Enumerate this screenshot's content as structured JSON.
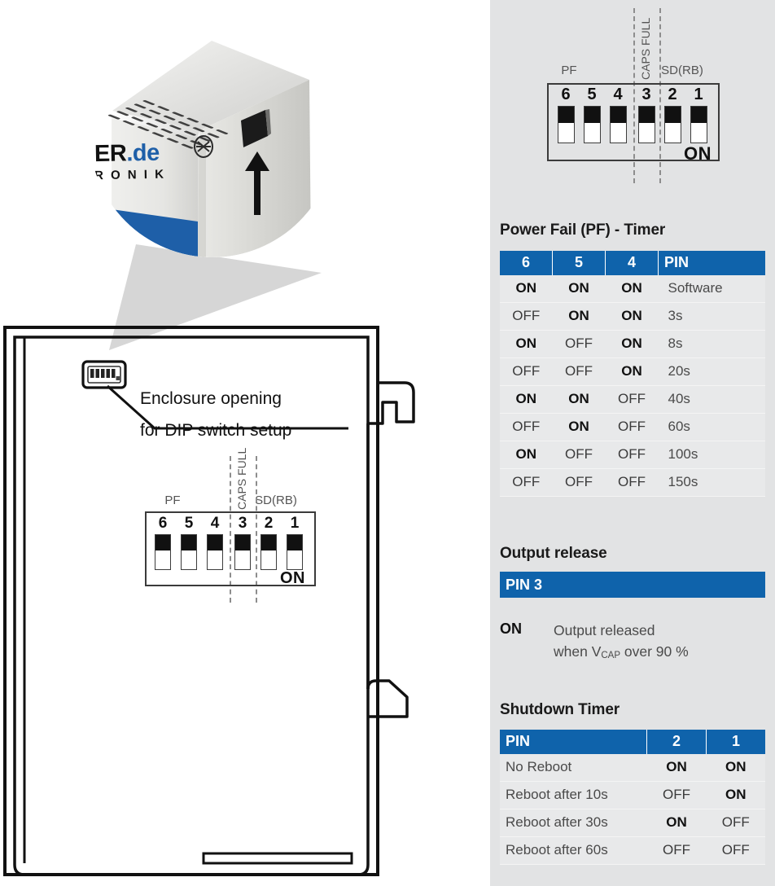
{
  "dip_diagram": {
    "switch_numbers": [
      "6",
      "5",
      "4",
      "3",
      "2",
      "1"
    ],
    "on_label": "ON",
    "group_labels": {
      "pf": "PF",
      "caps_full": "CAPS FULL",
      "sd_rb": "SD(RB)"
    }
  },
  "enclosure": {
    "label_line1": "Enclosure opening",
    "label_line2": "for DIP switch setup"
  },
  "photo": {
    "brand_main": "ER",
    "brand_tld": ".de",
    "brand_sub": "R O N I K"
  },
  "power_fail": {
    "title": "Power Fail (PF) - Timer",
    "headers": [
      "6",
      "5",
      "4",
      "PIN"
    ],
    "rows": [
      [
        "ON",
        "ON",
        "ON",
        "Software"
      ],
      [
        "OFF",
        "ON",
        "ON",
        "3s"
      ],
      [
        "ON",
        "OFF",
        "ON",
        "8s"
      ],
      [
        "OFF",
        "OFF",
        "ON",
        "20s"
      ],
      [
        "ON",
        "ON",
        "OFF",
        "40s"
      ],
      [
        "OFF",
        "ON",
        "OFF",
        "60s"
      ],
      [
        "ON",
        "OFF",
        "OFF",
        "100s"
      ],
      [
        "OFF",
        "OFF",
        "OFF",
        "150s"
      ]
    ]
  },
  "output_release": {
    "title": "Output release",
    "pin_bar": "PIN 3",
    "state": "ON",
    "description_line1": "Output released",
    "description_line2_pre": "when V",
    "description_line2_sub": "CAP",
    "description_line2_post": " over 90 %"
  },
  "shutdown_timer": {
    "title": "Shutdown Timer",
    "headers": [
      "PIN",
      "2",
      "1"
    ],
    "rows": [
      [
        "No Reboot",
        "ON",
        "ON"
      ],
      [
        "Reboot after 10s",
        "OFF",
        "ON"
      ],
      [
        "Reboot after 30s",
        "ON",
        "OFF"
      ],
      [
        "Reboot after 60s",
        "OFF",
        "OFF"
      ]
    ]
  },
  "colors": {
    "accent_blue": "#0f63ab",
    "panel_gray": "#e2e3e4",
    "row_gray": "#e8e9ea",
    "brand_blue": "#1e5fa8"
  }
}
